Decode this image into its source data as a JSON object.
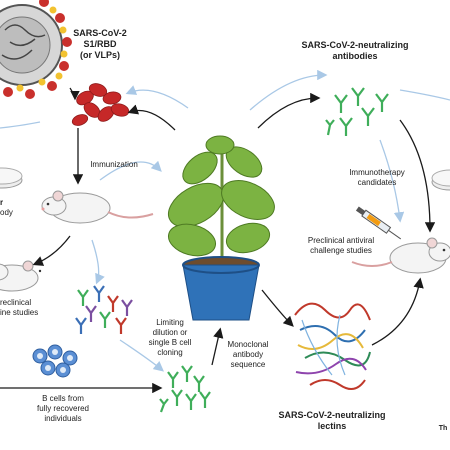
{
  "labels": {
    "virus_title_1": "SARS-CoV-2",
    "virus_title_2": "S1/RBD",
    "virus_title_3": "(or VLPs)",
    "antibodies_title_1": "SARS-CoV-2-neutralizing",
    "antibodies_title_2": "antibodies",
    "immunization": "Immunization",
    "immunotherapy_1": "Immunotherapy",
    "immunotherapy_2": "candidates",
    "left_cut_1": "r",
    "left_cut_2": "ody",
    "preclinical_antiviral_1": "Preclinical antiviral",
    "preclinical_antiviral_2": "challenge studies",
    "preclinical_vaccine_1": "reclinical",
    "preclinical_vaccine_2": "ine studies",
    "limiting_1": "Limiting",
    "limiting_2": "dilution or",
    "limiting_3": "single B cell",
    "limiting_4": "cloning",
    "monoclonal_1": "Monoclonal",
    "monoclonal_2": "antibody",
    "monoclonal_3": "sequence",
    "bcells_1": "B cells from",
    "bcells_2": "fully recovered",
    "bcells_3": "individuals",
    "lectins_title_1": "SARS-CoV-2-neutralizing",
    "lectins_title_2": "lectins",
    "corner_cut": "Th"
  },
  "colors": {
    "arrow_black": "#1a1a1a",
    "arrow_blue": "#a9c8e6",
    "virus_red": "#c9302c",
    "virus_spike": "#f2c230",
    "virus_body": "#cfcfcf",
    "rbc_red": "#c62828",
    "pot_blue": "#2f72b8",
    "leaf_green": "#7cb342",
    "mouse_white": "#f4f4f4",
    "b_cell_blue": "#3f6fb5",
    "antibody_green": "#3fae5a",
    "antibody_red": "#c0392b",
    "antibody_blue": "#3b6fb6",
    "antibody_purple": "#7b4fa0"
  },
  "icons": [
    "virus-icon",
    "red-blood-cells-icon",
    "mouse-icon",
    "plant-icon",
    "antibody-icon",
    "b-cells-icon",
    "lectin-protein-icon",
    "syringe-icon",
    "petri-dish-icon"
  ]
}
